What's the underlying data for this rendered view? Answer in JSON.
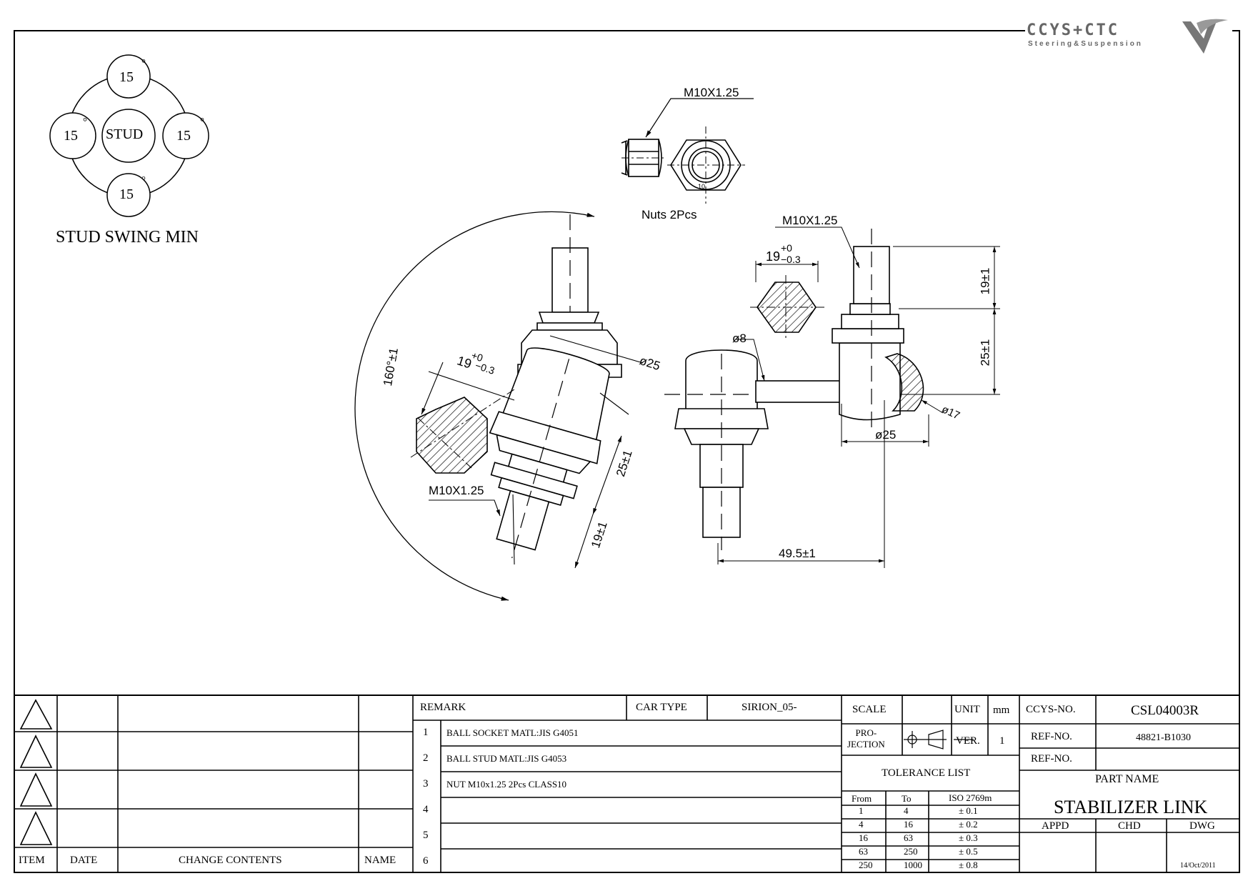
{
  "logo": {
    "brand": "CCYS+CTC",
    "tagline": "Steering&Suspension"
  },
  "swing": {
    "center": "STUD",
    "angle": "15",
    "degree": "°",
    "caption": "STUD SWING MIN"
  },
  "nuts": {
    "thread": "M10X1.25",
    "caption": "Nuts  2Pcs",
    "size": "10"
  },
  "dims": {
    "thread": "M10X1.25",
    "hex": "19",
    "hex_tol_up": "+0",
    "hex_tol_dn": "−0.3",
    "dia8": "ø8",
    "dia25": "ø25",
    "dia17": "ø17",
    "len19": "19±1",
    "len25": "25±1",
    "angle": "160°±1",
    "offset": "49.5±1"
  },
  "revision_table": {
    "headers": {
      "item": "ITEM",
      "date": "DATE",
      "change": "CHANGE CONTENTS",
      "name": "NAME"
    }
  },
  "remarks": {
    "header": "REMARK",
    "car_type_label": "CAR TYPE",
    "car_type": "SIRION_05-",
    "items": [
      {
        "no": "1",
        "text": "BALL SOCKET MATL:JIS G4051"
      },
      {
        "no": "2",
        "text": "BALL STUD MATL:JIS G4053"
      },
      {
        "no": "3",
        "text": "NUT M10x1.25 2Pcs CLASS10"
      },
      {
        "no": "4",
        "text": ""
      },
      {
        "no": "5",
        "text": ""
      },
      {
        "no": "6",
        "text": ""
      }
    ]
  },
  "spec": {
    "scale_label": "SCALE",
    "scale": "",
    "unit_label": "UNIT",
    "unit": "mm",
    "projection_label": "PRO-\nJECTION",
    "ver_label": "VER.",
    "ver": "1",
    "tolerance_title": "TOLERANCE LIST",
    "tol_headers": {
      "from": "From",
      "to": "To",
      "iso": "ISO 2769m"
    },
    "tolerances": [
      {
        "from": "1",
        "to": "4",
        "tol": "± 0.1"
      },
      {
        "from": "4",
        "to": "16",
        "tol": "± 0.2"
      },
      {
        "from": "16",
        "to": "63",
        "tol": "± 0.3"
      },
      {
        "from": "63",
        "to": "250",
        "tol": "± 0.5"
      },
      {
        "from": "250",
        "to": "1000",
        "tol": "± 0.8"
      }
    ]
  },
  "title_block": {
    "ccys_label": "CCYS-NO.",
    "ccys_no": "CSL04003R",
    "ref_label": "REF-NO.",
    "ref_no": "48821-B1030",
    "ref2_label": "REF-NO.",
    "ref2_no": "",
    "part_name_label": "PART NAME",
    "part_name": "STABILIZER LINK",
    "appd": "APPD",
    "chd": "CHD",
    "dwg": "DWG",
    "date": "14/Oct/2011"
  }
}
